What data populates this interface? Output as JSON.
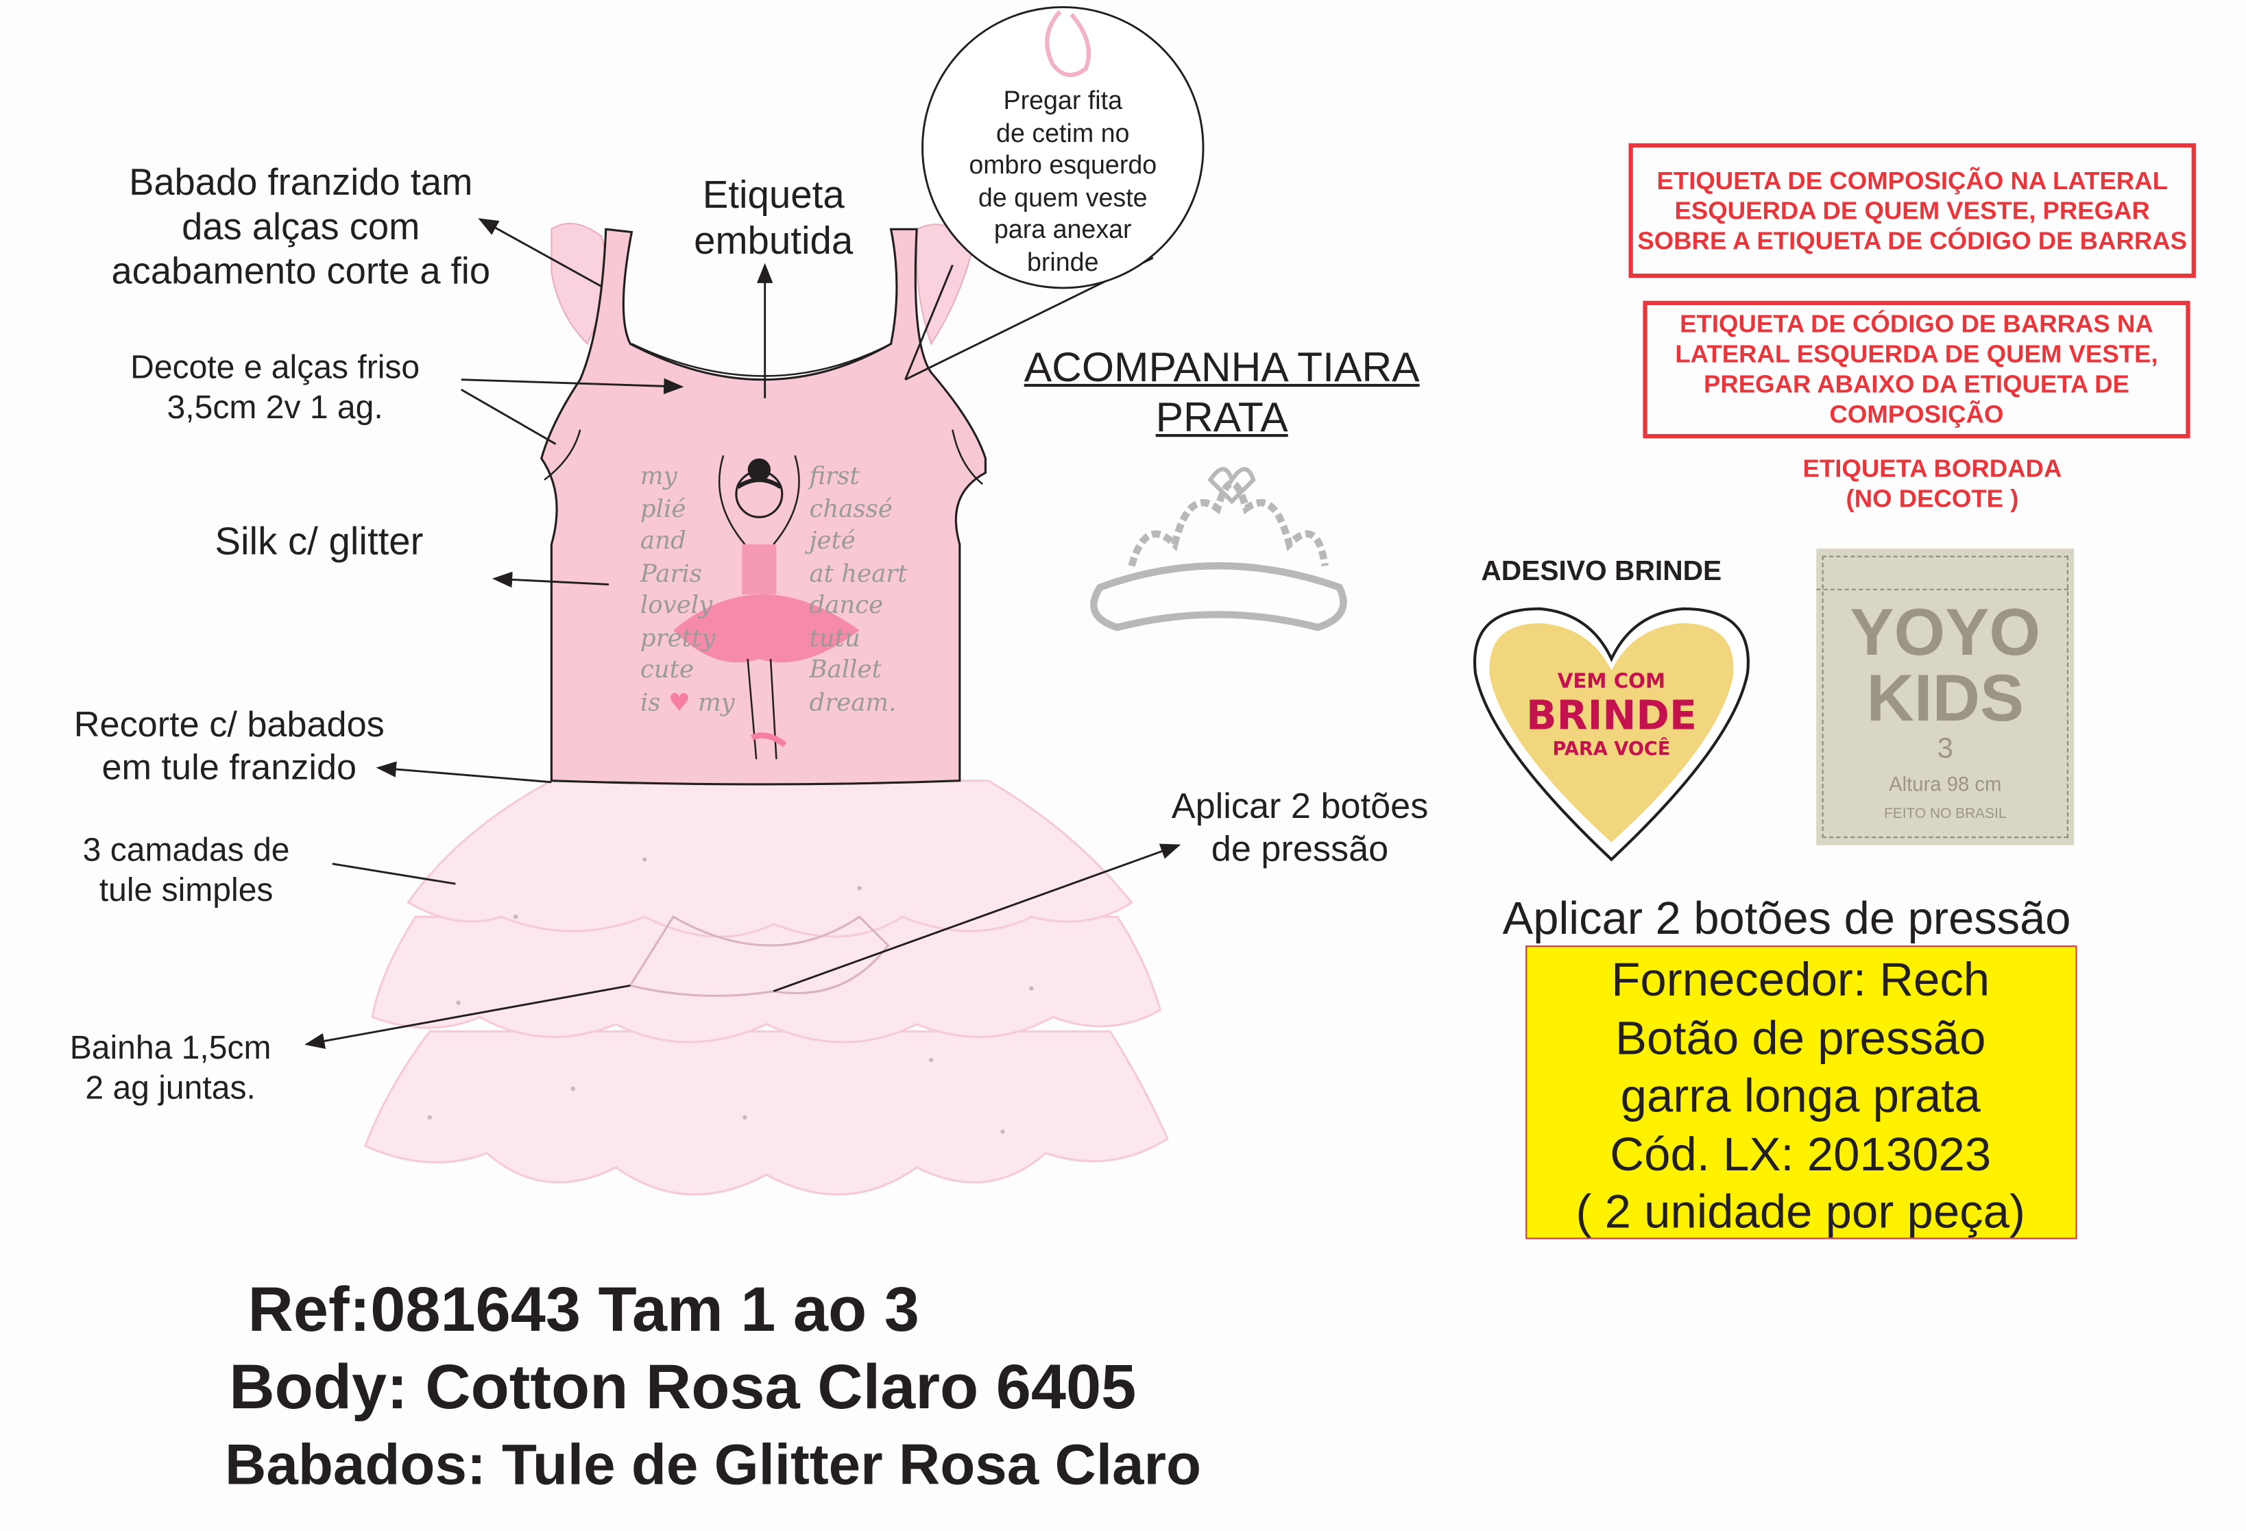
{
  "annotations": {
    "babado": [
      "Babado franzido tam",
      "das alças com",
      "acabamento corte a fio"
    ],
    "etiqueta_embutida": [
      "Etiqueta",
      "embutida"
    ],
    "fita": [
      "Pregar fita",
      "de cetim no",
      "ombro esquerdo",
      "de quem veste",
      "para anexar",
      "brinde"
    ],
    "decote": [
      "Decote e alças friso",
      "3,5cm 2v 1 ag."
    ],
    "silk": "Silk c/ glitter",
    "recorte": [
      "Recorte c/ babados",
      "em tule franzido"
    ],
    "camadas": [
      "3 camadas de",
      "tule simples"
    ],
    "bainha": [
      "Bainha 1,5cm",
      "2 ag juntas."
    ],
    "botoes": [
      "Aplicar 2 botões",
      "de pressão"
    ]
  },
  "tiara": [
    "ACOMPANHA TIARA",
    "PRATA"
  ],
  "print_words": {
    "left": [
      "my",
      "plié",
      "and",
      "Paris",
      "lovely",
      "pretty",
      "cute",
      "is",
      "my"
    ],
    "right": [
      "first",
      "chassé",
      "jeté",
      "at heart",
      "dance",
      "tutu",
      "Ballet",
      "dream."
    ]
  },
  "labels": {
    "composicao": "ETIQUETA DE COMPOSIÇÃO NA LATERAL ESQUERDA DE QUEM VESTE, PREGAR SOBRE A ETIQUETA DE CÓDIGO DE BARRAS",
    "codigo_barras": "ETIQUETA DE CÓDIGO DE BARRAS NA LATERAL ESQUERDA DE QUEM VESTE, PREGAR ABAIXO DA ETIQUETA DE COMPOSIÇÃO",
    "bordada": [
      "ETIQUETA BORDADA",
      "(NO DECOTE )"
    ]
  },
  "adesivo": {
    "title": "ADESIVO BRINDE",
    "line1": "VEM COM",
    "line2": "BRINDE",
    "line3": "PARA VOCÊ"
  },
  "brand_label": {
    "brand1": "YOYO",
    "brand2": "KIDS",
    "size": "3",
    "height": "Altura 98 cm",
    "origin": "FEITO NO BRASIL"
  },
  "supplier": {
    "heading": "Aplicar 2 botões de pressão",
    "lines": [
      "Fornecedor: Rech",
      "Botão de pressão",
      "garra longa prata",
      "Cód. LX: 2013023",
      "( 2 unidade por peça)"
    ]
  },
  "reference": {
    "ref": "Ref:081643 Tam 1 ao 3",
    "body": "Body: Cotton Rosa Claro 6405",
    "babados": "Babados: Tule de Glitter Rosa Claro"
  },
  "colors": {
    "fabric": "#f8c8d4",
    "tulle": "#fbe3ea",
    "red": "#e8373c",
    "yellow": "#fff200",
    "label": "#d9d6c6"
  }
}
